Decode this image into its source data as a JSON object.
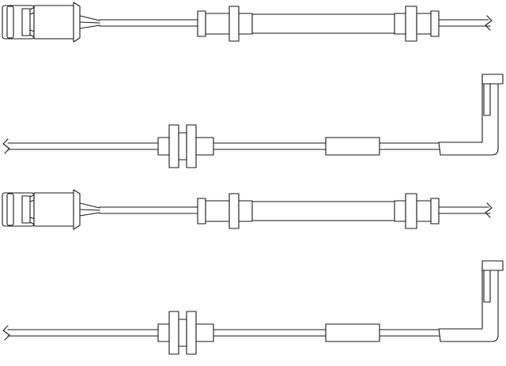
{
  "drawing": {
    "line_color": "#1a1a1a",
    "background": "#ffffff",
    "components": [
      {
        "part": "connector-sensor",
        "ends": [
          "plug",
          "break"
        ]
      },
      {
        "part": "probe-sensor",
        "ends": [
          "break",
          "l-bend-tip"
        ]
      },
      {
        "part": "connector-sensor",
        "ends": [
          "plug",
          "break"
        ]
      },
      {
        "part": "probe-sensor",
        "ends": [
          "break",
          "l-bend-tip"
        ]
      }
    ]
  }
}
